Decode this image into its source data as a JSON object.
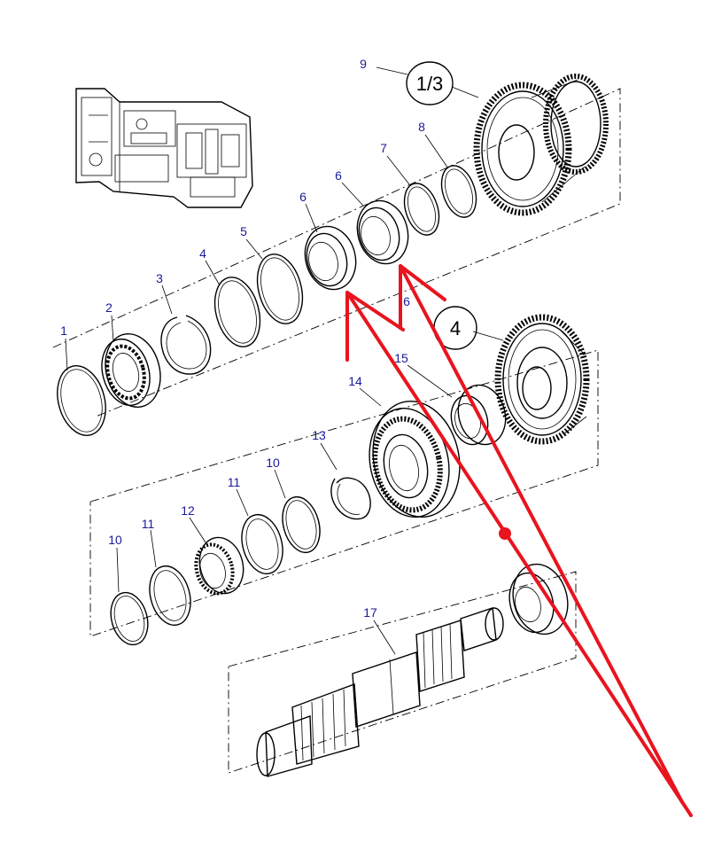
{
  "callouts": {
    "p1": "1",
    "p2": "2",
    "p3": "3",
    "p4": "4",
    "p5": "5",
    "p6a": "6",
    "p6b": "6",
    "p6c": "6",
    "p7": "7",
    "p8": "8",
    "p9": "9",
    "p10a": "10",
    "p10b": "10",
    "p11a": "11",
    "p11b": "11",
    "p12": "12",
    "p13": "13",
    "p14": "14",
    "p15": "15",
    "p17": "17"
  },
  "reference_bubbles": {
    "gear_ratio": "1/3",
    "gear_ref": "4"
  },
  "colors": {
    "callout_text": "#1a1a99",
    "annotation": "#e8141e",
    "line": "#000000"
  }
}
